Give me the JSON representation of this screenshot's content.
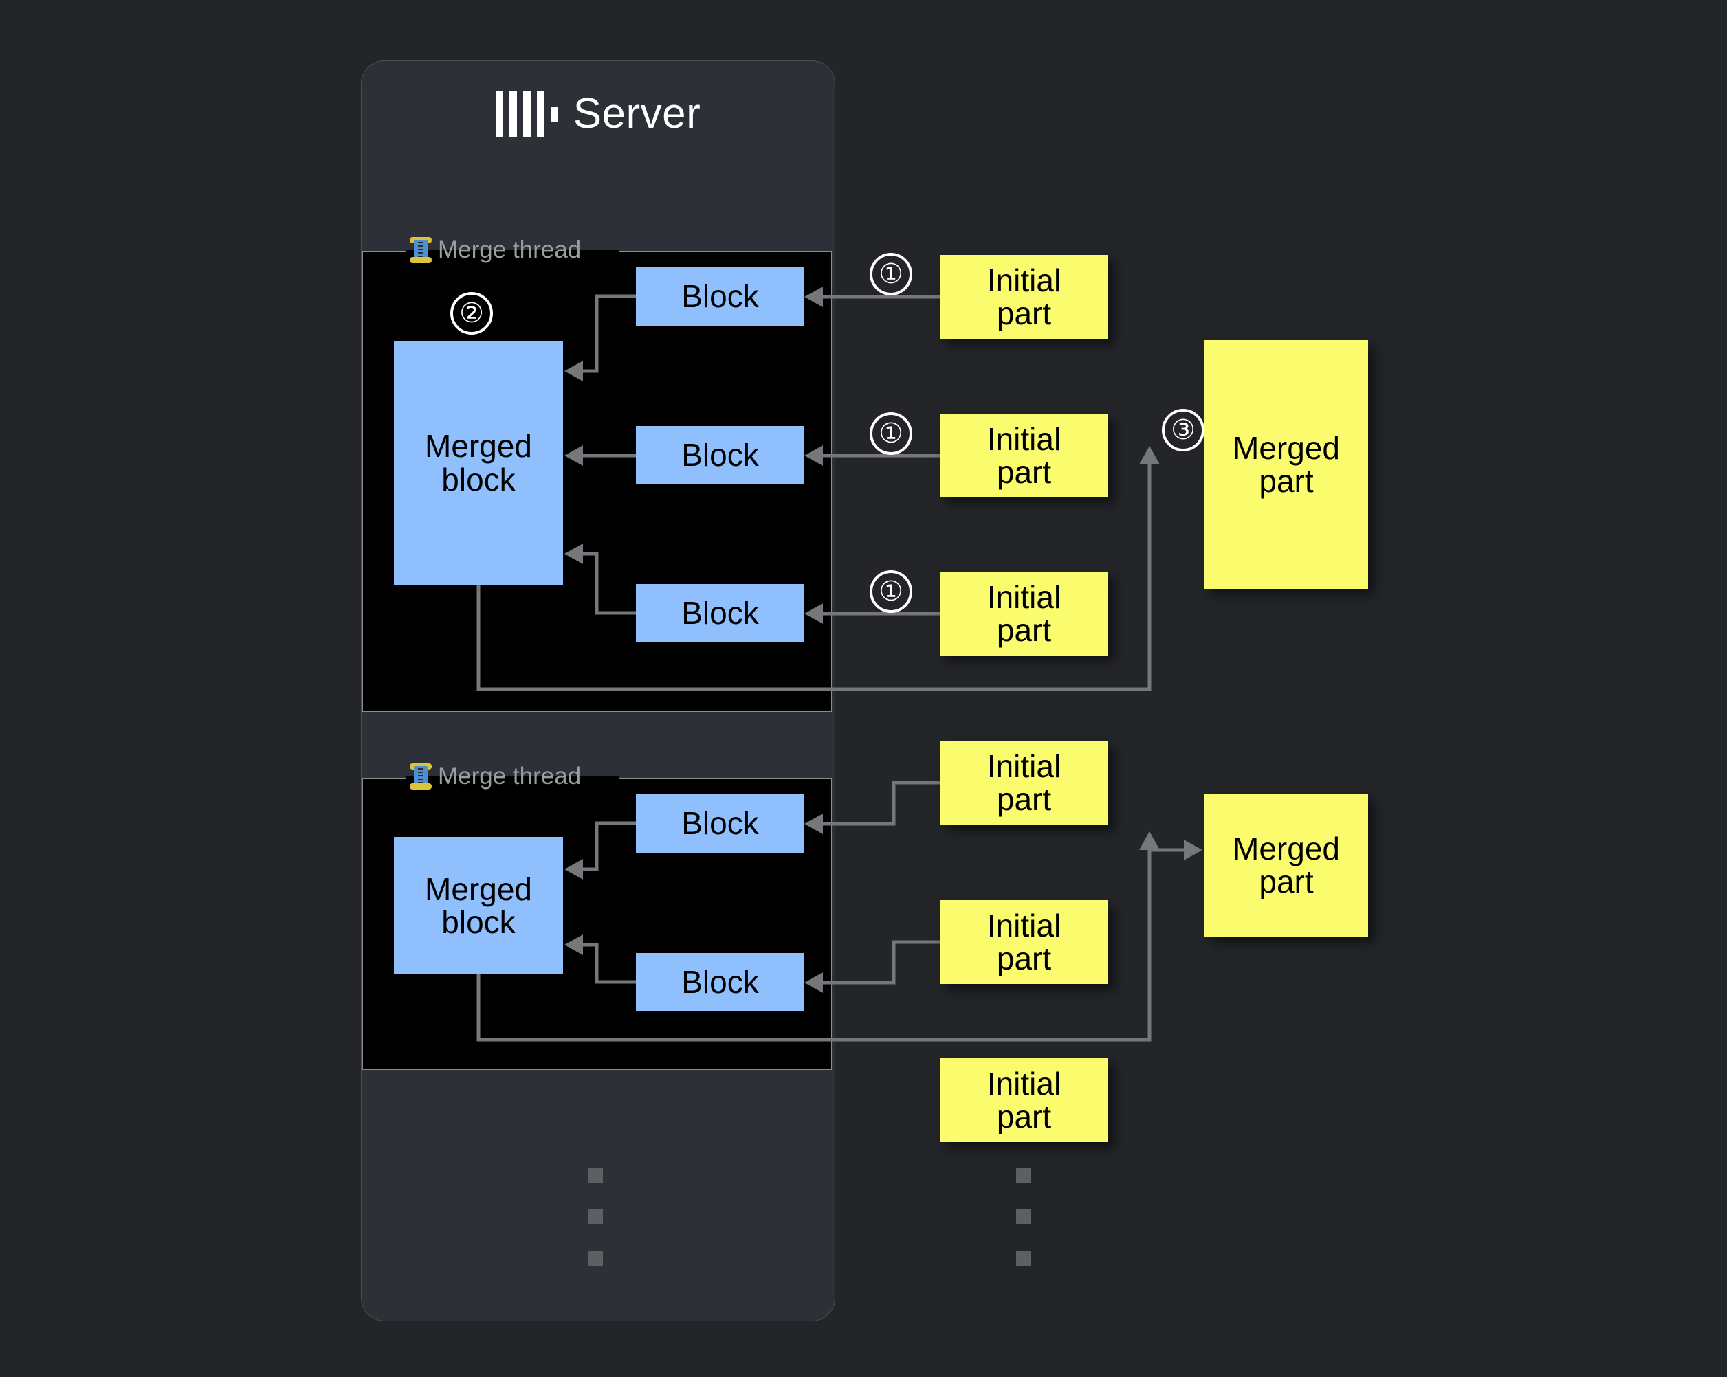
{
  "server": {
    "title": "Server",
    "logo_icon": "clickhouse-logo-icon"
  },
  "threads": [
    {
      "label": "Merge thread",
      "icon": "thread-spool-icon",
      "merged_block_label": "Merged\nblock",
      "blocks": [
        "Block",
        "Block",
        "Block"
      ],
      "step_marker": "②"
    },
    {
      "label": "Merge thread",
      "icon": "thread-spool-icon",
      "merged_block_label": "Merged\nblock",
      "blocks": [
        "Block",
        "Block"
      ],
      "step_marker": ""
    }
  ],
  "labels": {
    "block": "Block",
    "merged_block_line1": "Merged",
    "merged_block_line2": "block",
    "initial_part_line1": "Initial",
    "initial_part_line2": "part",
    "merged_part_line1": "Merged",
    "merged_part_line2": "part"
  },
  "steps": {
    "one": "①",
    "two": "②",
    "three": "③"
  },
  "initial_parts": [
    {
      "line1": "Initial",
      "line2": "part"
    },
    {
      "line1": "Initial",
      "line2": "part"
    },
    {
      "line1": "Initial",
      "line2": "part"
    },
    {
      "line1": "Initial",
      "line2": "part"
    },
    {
      "line1": "Initial",
      "line2": "part"
    },
    {
      "line1": "Initial",
      "line2": "part"
    }
  ],
  "merged_parts": [
    {
      "line1": "Merged",
      "line2": "part"
    },
    {
      "line1": "Merged",
      "line2": "part"
    }
  ],
  "ellipsis": {
    "glyph": "vertical-ellipsis",
    "count": 3
  },
  "colors": {
    "page_background": "#232529",
    "panel_background": "#2d3036",
    "thread_background": "#000000",
    "block_blue": "#8fbffc",
    "part_yellow": "#fbfb6e",
    "arrow_gray": "#75777b",
    "label_gray": "#9a9da2",
    "text_white": "#ffffff"
  }
}
